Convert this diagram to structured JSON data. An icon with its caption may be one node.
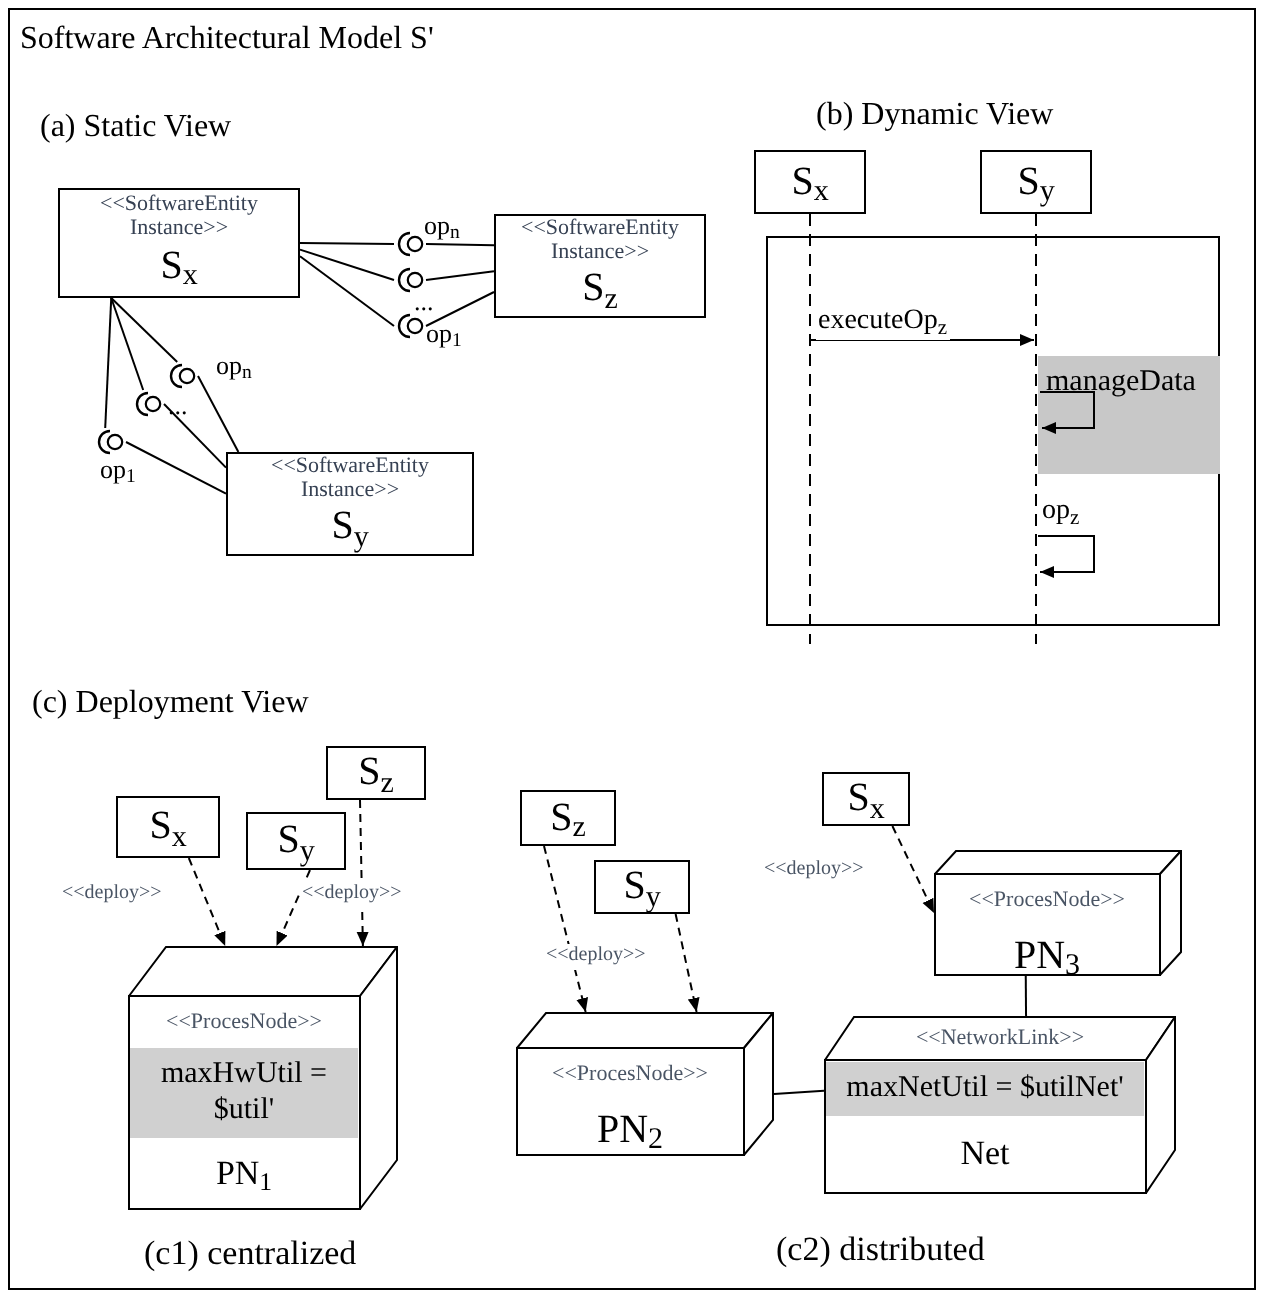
{
  "diagram": {
    "title": "Software Architectural Model S'",
    "nodes": [
      {
        "text": [
          "<<SoftwareEntity Instance>>",
          "S$_{x}$"
        ]
      },
      {
        "text": [
          "<<SoftwareEntity Instance>>",
          "S$_{z}$"
        ]
      },
      {
        "text": [],
        "shape": "circle",
        "beside": [
          "op$_{n}$"
        ]
      },
      {
        "text": [],
        "shape": "circle",
        "beside": [
          "..."
        ]
      },
      {
        "text": [],
        "shape": "circle",
        "beside": [
          "op$_{1}$"
        ]
      },
      {
        "text": [],
        "shape": "circle",
        "beside": [
          "op$_{n}$"
        ]
      },
      {
        "text": [],
        "shape": "circle",
        "beside": [
          "..."
        ]
      },
      {
        "text": [],
        "shape": "circle",
        "beside": [
          "op$_{1}$"
        ]
      },
      {
        "text": [
          "<<SoftwareEntity Instance>>",
          "S$_{y}$"
        ]
      },
      {
        "text": [
          "S$_{x}$"
        ]
      },
      {
        "text": [
          "S$_{y}$"
        ]
      },
      {
        "text": [
          "manageData"
        ]
      },
      {
        "text": [
          "S$_{x}$"
        ]
      },
      {
        "text": [
          "S$_{y}$"
        ]
      },
      {
        "text": [
          "S$_{z}$"
        ]
      },
      {
        "text": [
          "<<ProcesNode>>",
          "maxHwUtil = $util'",
          "PN$_{1}$"
        ]
      },
      {
        "text": [
          "S$_{z}$"
        ]
      },
      {
        "text": [
          "S$_{y}$"
        ]
      },
      {
        "text": [
          "S$_{x}$"
        ]
      },
      {
        "text": [
          "<<ProcesNode>>",
          "PN$_{3}$"
        ]
      },
      {
        "text": [
          "<<ProcesNode>>",
          "PN$_{2}$"
        ]
      },
      {
        "text": [
          "<<NetworkLink>>",
          "maxNetUtil = $utilNet'",
          "Net"
        ]
      }
    ],
    "edges": [
      {
        "from": 0,
        "to": 2,
        "arrow": "none"
      },
      {
        "from": 0,
        "to": 3,
        "arrow": "none"
      },
      {
        "from": 0,
        "to": 4,
        "arrow": "none"
      },
      {
        "from": 2,
        "to": 1,
        "arrow": "none"
      },
      {
        "from": 3,
        "to": 1,
        "arrow": "none"
      },
      {
        "from": 4,
        "to": 1,
        "arrow": "none"
      },
      {
        "from": 0,
        "to": 5,
        "arrow": "none"
      },
      {
        "from": 0,
        "to": 6,
        "arrow": "none"
      },
      {
        "from": 0,
        "to": 7,
        "arrow": "none"
      },
      {
        "from": 5,
        "to": 8,
        "arrow": "none"
      },
      {
        "from": 6,
        "to": 8,
        "arrow": "none"
      },
      {
        "from": 7,
        "to": 8,
        "arrow": "none"
      },
      {
        "from": 9,
        "to": 10,
        "arrow": "to",
        "label": "executeOp$_{z}$"
      },
      {
        "from": 12,
        "to": 15,
        "arrow": "to",
        "style": "dashed",
        "label": "<<deploy>>"
      },
      {
        "from": 13,
        "to": 15,
        "arrow": "to",
        "style": "dashed"
      },
      {
        "from": 14,
        "to": 15,
        "arrow": "to",
        "style": "dashed",
        "label": "<<deploy>>"
      },
      {
        "from": 16,
        "to": 20,
        "arrow": "to",
        "style": "dashed",
        "label": "<<deploy>>"
      },
      {
        "from": 17,
        "to": 20,
        "arrow": "to",
        "style": "dashed"
      },
      {
        "from": 18,
        "to": 19,
        "arrow": "to",
        "style": "dashed",
        "label": "<<deploy>>"
      },
      {
        "from": 19,
        "to": 21,
        "arrow": "none"
      },
      {
        "from": 20,
        "to": 21,
        "arrow": "none"
      },
      {
        "from": 10,
        "to": 10,
        "arrow": "to",
        "label": "op$_{z}$"
      }
    ],
    "labels": [
      "(a) Static View",
      "(b) Dynamic View",
      "(c) Deployment View",
      "(c1) centralized",
      "(c2) distributed"
    ]
  }
}
